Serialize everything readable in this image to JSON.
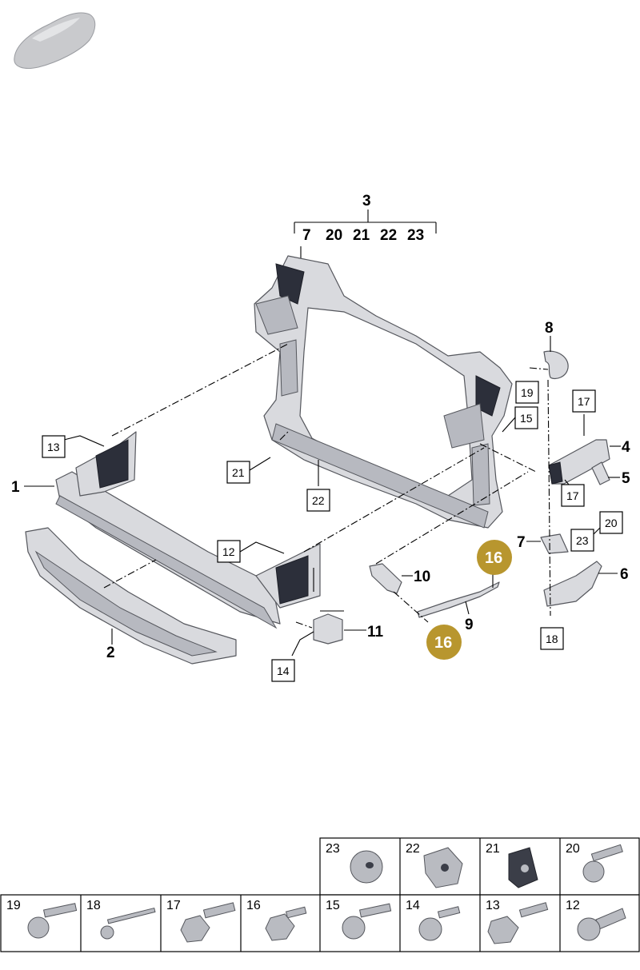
{
  "callouts": {
    "c1": "1",
    "c2": "2",
    "c3": "3",
    "c4": "4",
    "c5": "5",
    "c6": "6",
    "c7a": "7",
    "c7b": "7",
    "c8": "8",
    "c9": "9",
    "c10": "10",
    "c11": "11",
    "group_sub": [
      "7",
      "20",
      "21",
      "22",
      "23"
    ]
  },
  "boxed_labels": {
    "b12": "12",
    "b13": "13",
    "b14": "14",
    "b15": "15",
    "b17a": "17",
    "b17b": "17",
    "b18": "18",
    "b19": "19",
    "b20": "20",
    "b21": "21",
    "b22": "22",
    "b23": "23"
  },
  "highlight_labels": {
    "h16a": "16",
    "h16b": "16"
  },
  "fastener_table": {
    "row1": [
      "23",
      "22",
      "21",
      "20"
    ],
    "row2": [
      "19",
      "18",
      "17",
      "16",
      "15",
      "14",
      "13",
      "12"
    ]
  },
  "colors": {
    "highlight": "#b8962e",
    "part_fill": "#d9dade",
    "part_stroke": "#55575d"
  },
  "icons": {
    "car_thumbnail": "car-silhouette-icon"
  }
}
